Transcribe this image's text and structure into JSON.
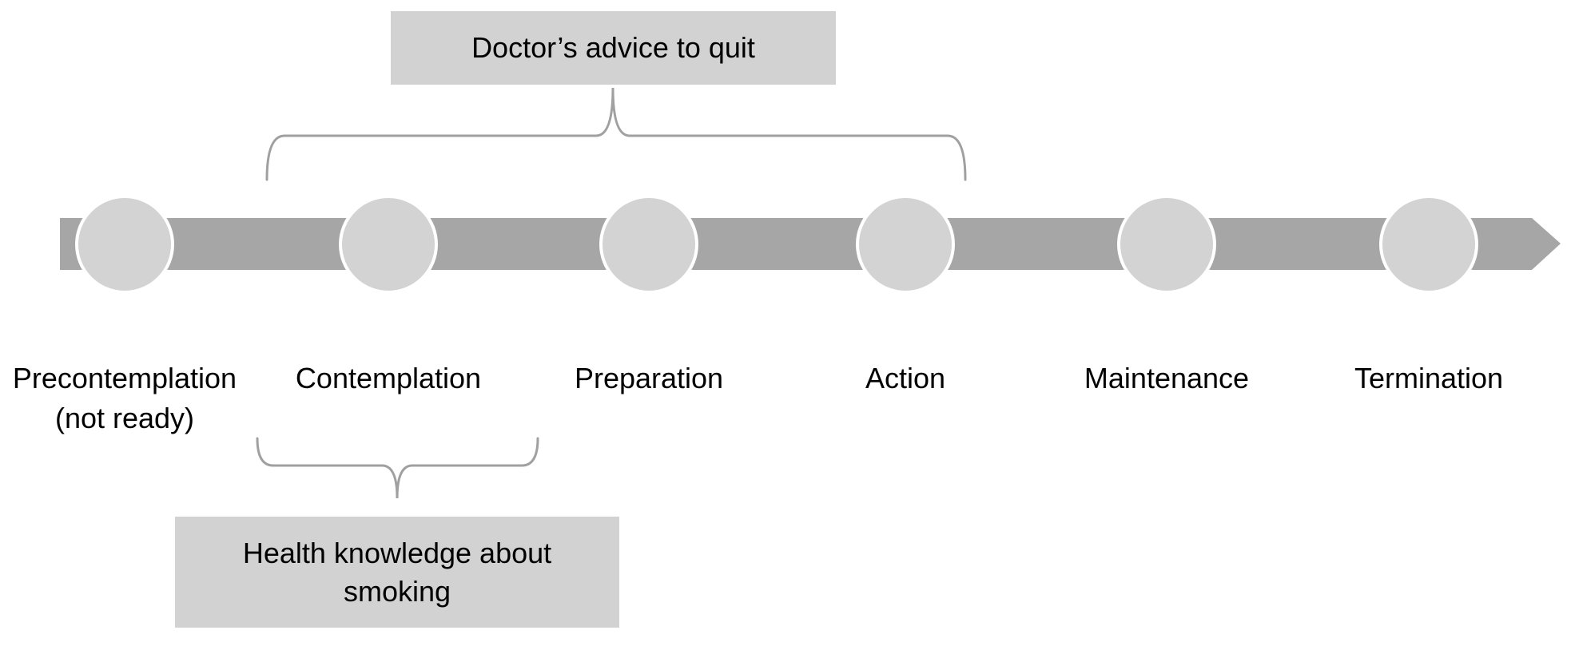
{
  "diagram": {
    "type": "stages-of-change-timeline",
    "top_callout": {
      "label": "Doctor’s advice to quit"
    },
    "bottom_callout": {
      "line1": "Health knowledge about",
      "line2": "smoking"
    },
    "stages": [
      {
        "label": "Precontemplation",
        "sublabel": "(not ready)"
      },
      {
        "label": "Contemplation",
        "sublabel": ""
      },
      {
        "label": "Preparation",
        "sublabel": ""
      },
      {
        "label": "Action",
        "sublabel": ""
      },
      {
        "label": "Maintenance",
        "sublabel": ""
      },
      {
        "label": "Termination",
        "sublabel": ""
      }
    ],
    "colors": {
      "arrow_band": "#a6a6a6",
      "circle_fill": "#d3d3d3",
      "circle_ring": "#ffffff",
      "callout_fill": "#d2d2d2",
      "brace_stroke": "#a0a0a0",
      "text": "#000000"
    }
  }
}
